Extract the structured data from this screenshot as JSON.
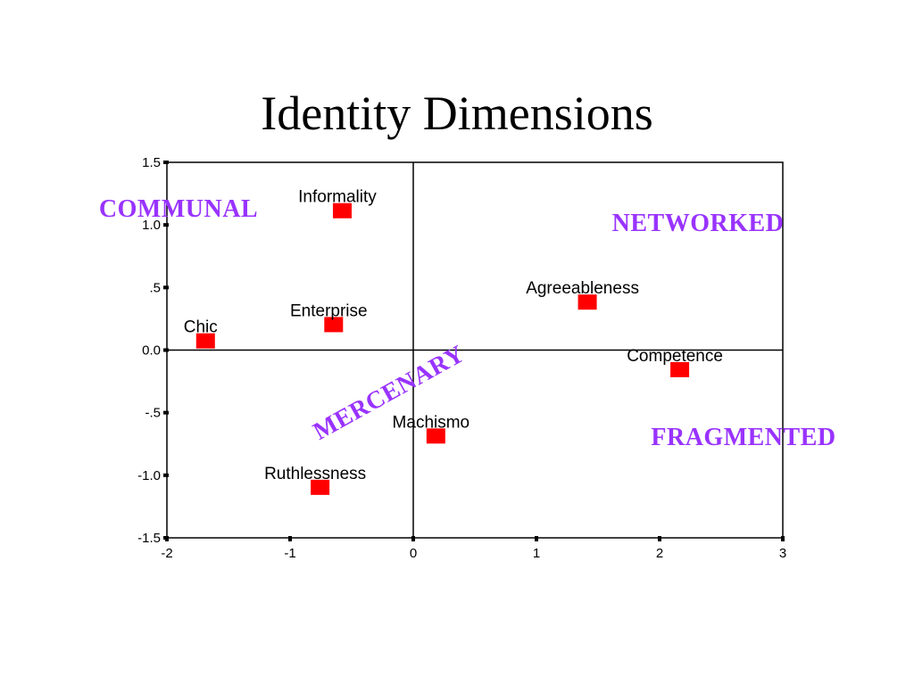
{
  "title": "Identity Dimensions",
  "chart_data": {
    "type": "scatter",
    "xlim": [
      -2,
      3
    ],
    "ylim": [
      -1.5,
      1.5
    ],
    "x_ticks": [
      {
        "value": -2,
        "label": "-2"
      },
      {
        "value": -1,
        "label": "-1"
      },
      {
        "value": 0,
        "label": "0"
      },
      {
        "value": 1,
        "label": "1"
      },
      {
        "value": 2,
        "label": "2"
      },
      {
        "value": 3,
        "label": "3"
      }
    ],
    "y_ticks": [
      {
        "value": 1.5,
        "label": "1.5"
      },
      {
        "value": 1.0,
        "label": "1.0"
      },
      {
        "value": 0.5,
        "label": ".5"
      },
      {
        "value": 0.0,
        "label": "0.0"
      },
      {
        "value": -0.5,
        "label": "-.5"
      },
      {
        "value": -1.0,
        "label": "-1.0"
      },
      {
        "value": -1.5,
        "label": "-1.5"
      }
    ],
    "reference_lines": {
      "x": 0,
      "y": 0
    },
    "points": [
      {
        "label": "Informality",
        "x": -0.58,
        "y": 1.11
      },
      {
        "label": "Enterprise",
        "x": -0.65,
        "y": 0.2
      },
      {
        "label": "Chic",
        "x": -1.69,
        "y": 0.07
      },
      {
        "label": "Agreeableness",
        "x": 1.41,
        "y": 0.38
      },
      {
        "label": "Competence",
        "x": 2.16,
        "y": -0.16
      },
      {
        "label": "Machismo",
        "x": 0.18,
        "y": -0.69
      },
      {
        "label": "Ruthlessness",
        "x": -0.76,
        "y": -1.1
      }
    ],
    "marker": {
      "shape": "square",
      "color": "#ff0000"
    },
    "annotations": [
      {
        "text": "COMMUNAL",
        "color": "#9933ff"
      },
      {
        "text": "NETWORKED",
        "color": "#9933ff"
      },
      {
        "text": "MERCENARY",
        "color": "#9933ff"
      },
      {
        "text": "FRAGMENTED",
        "color": "#9933ff"
      }
    ]
  }
}
